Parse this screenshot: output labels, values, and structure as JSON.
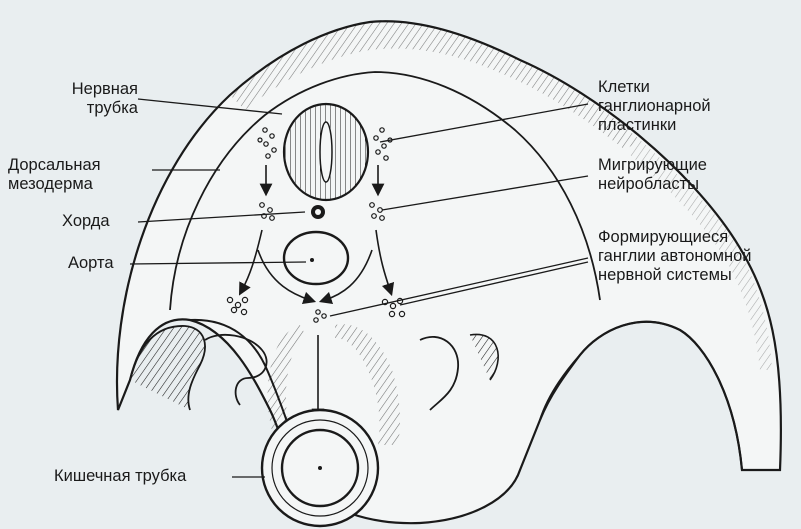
{
  "labels": {
    "neural_tube": [
      "Нервная",
      "трубка"
    ],
    "dorsal_mesoderm": [
      "Дорсальная",
      "мезодерма"
    ],
    "notochord": "Хорда",
    "aorta": "Аорта",
    "gut_tube": "Кишечная трубка",
    "ganglion_plate_cells": [
      "Клетки",
      "ганглионарной",
      "пластинки"
    ],
    "migrating_neuroblasts": [
      "Мигрирующие",
      "нейробласты"
    ],
    "forming_ganglia": [
      "Формирующиеся",
      "ганглии автономной",
      "нервной системы"
    ]
  },
  "colors": {
    "ink": "#1a1a1a",
    "background": "#e9eef0",
    "tissue": "#f4f6f6"
  }
}
